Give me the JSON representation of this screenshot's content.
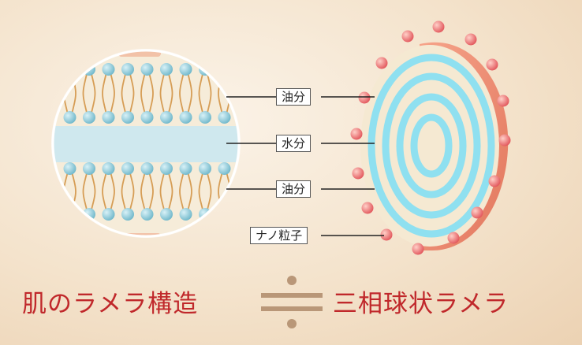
{
  "labels": {
    "oil_top": "油分",
    "water": "水分",
    "oil_bottom": "油分",
    "nano_particle": "ナノ粒子"
  },
  "titles": {
    "left": "肌のラメラ構造",
    "right": "三相球状ラメラ",
    "approx_symbol": "≒"
  },
  "colors": {
    "title": "#c0282b",
    "head": "#7cc3d4",
    "tail": "#d69d55",
    "water_band": "#cfe8ee",
    "sphere_ring": "#8fe0f0",
    "particle": "#e86a6a",
    "approx": "#b99778"
  }
}
